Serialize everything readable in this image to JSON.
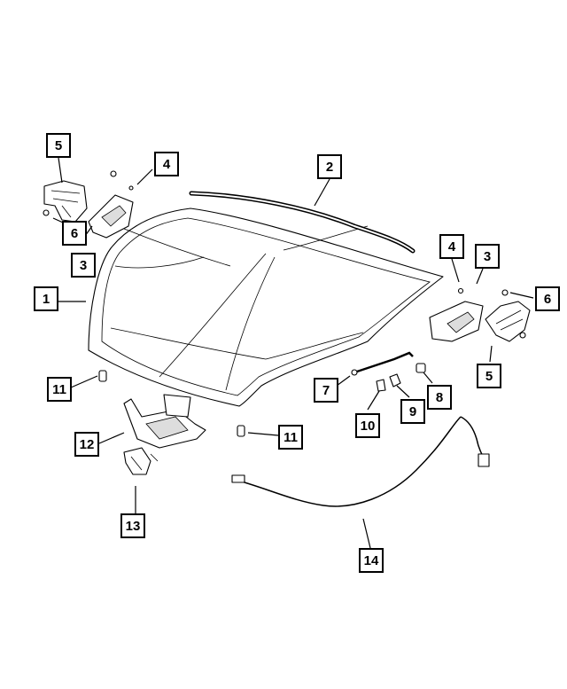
{
  "callouts": [
    {
      "id": "c1",
      "label": "1"
    },
    {
      "id": "c2",
      "label": "2"
    },
    {
      "id": "c3a",
      "label": "3"
    },
    {
      "id": "c3b",
      "label": "3"
    },
    {
      "id": "c4a",
      "label": "4"
    },
    {
      "id": "c4b",
      "label": "4"
    },
    {
      "id": "c5a",
      "label": "5"
    },
    {
      "id": "c5b",
      "label": "5"
    },
    {
      "id": "c6a",
      "label": "6"
    },
    {
      "id": "c6b",
      "label": "6"
    },
    {
      "id": "c7",
      "label": "7"
    },
    {
      "id": "c8",
      "label": "8"
    },
    {
      "id": "c9",
      "label": "9"
    },
    {
      "id": "c10",
      "label": "10"
    },
    {
      "id": "c11a",
      "label": "11"
    },
    {
      "id": "c11b",
      "label": "11"
    },
    {
      "id": "c12",
      "label": "12"
    },
    {
      "id": "c13",
      "label": "13"
    },
    {
      "id": "c14",
      "label": "14"
    }
  ]
}
